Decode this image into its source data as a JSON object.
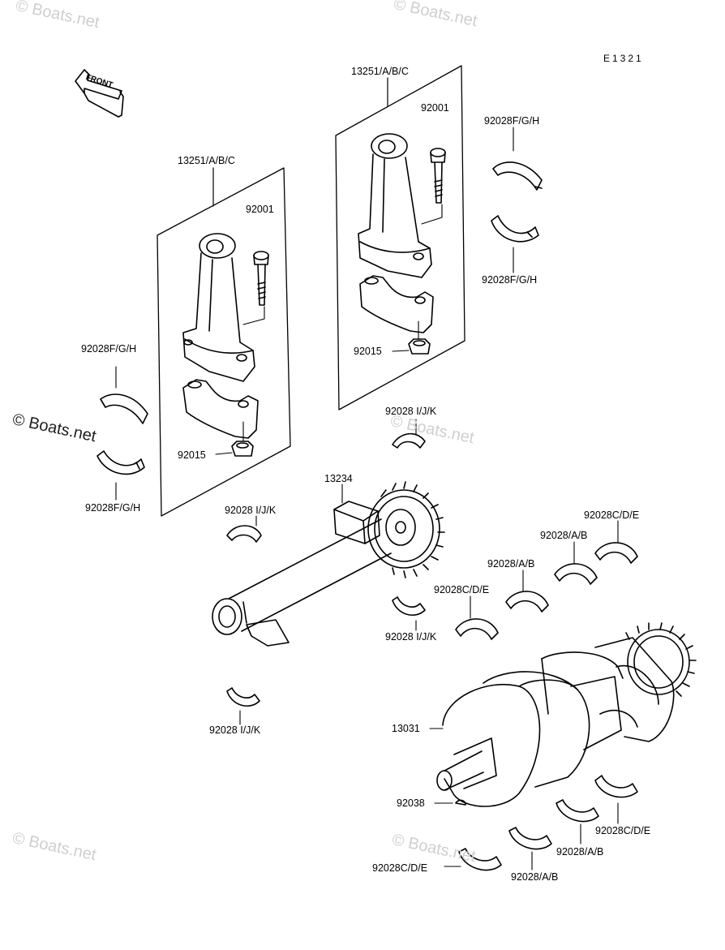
{
  "diagram_code": "E1321",
  "front_label": "FRONT",
  "watermark": "© Boats.net",
  "labels": {
    "rod_left": "13251/A/B/C",
    "rod_right": "13251/A/B/C",
    "bolt_left": "92001",
    "bolt_right": "92001",
    "nut_left": "92015",
    "nut_right": "92015",
    "brg_fgh_left_top": "92028F/G/H",
    "brg_fgh_left_bot": "92028F/G/H",
    "brg_fgh_right_top": "92028F/G/H",
    "brg_fgh_right_bot": "92028F/G/H",
    "brg_ijk_1": "92028 I/J/K",
    "brg_ijk_2": "92028 I/J/K",
    "brg_ijk_3": "92028 I/J/K",
    "brg_ijk_4": "92028 I/J/K",
    "balancer": "13234",
    "brg_cde_1": "92028C/D/E",
    "brg_cde_2": "92028C/D/E",
    "brg_cde_3": "92028C/D/E",
    "brg_cde_4": "92028C/D/E",
    "brg_ab_1": "92028/A/B",
    "brg_ab_2": "92028/A/B",
    "brg_ab_3": "92028/A/B",
    "brg_ab_4": "92028/A/B",
    "crankshaft": "13031",
    "key": "92038"
  }
}
